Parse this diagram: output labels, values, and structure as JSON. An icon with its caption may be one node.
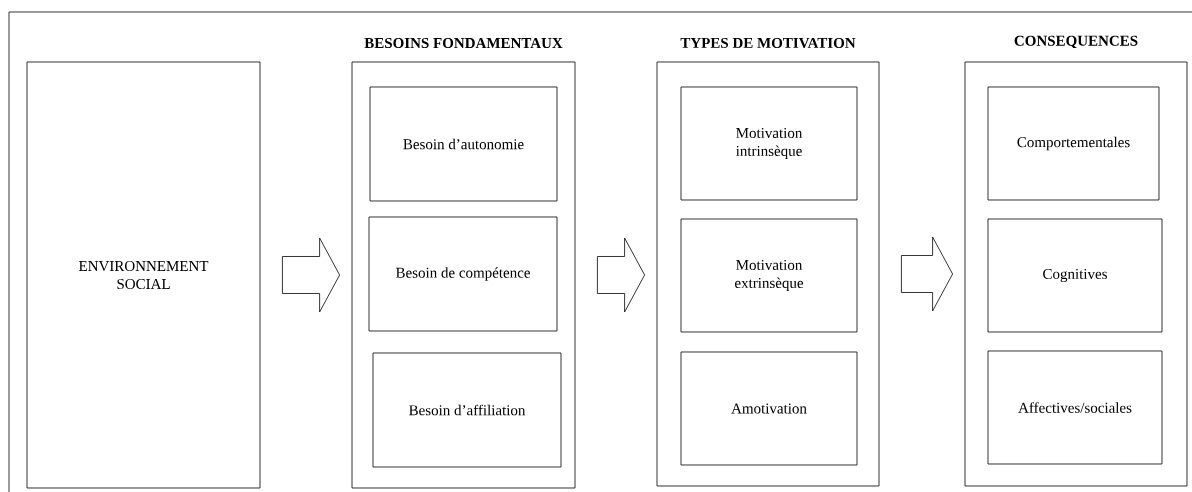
{
  "diagram": {
    "nodes": [
      {
        "text": [
          "ENVIRONNEMENT SOCIAL"
        ]
      },
      {
        "text": [
          "BESOINS FONDAMENTAUX"
        ]
      },
      {
        "text": [
          "Besoin d’autonomie"
        ],
        "in": 1
      },
      {
        "text": [
          "Besoin de compétence"
        ],
        "in": 1
      },
      {
        "text": [
          "Besoin d’affiliation"
        ],
        "in": 1
      },
      {
        "text": [
          "TYPES DE MOTIVATION"
        ]
      },
      {
        "text": [
          "Motivation intrinsèque"
        ],
        "in": 5
      },
      {
        "text": [
          "Motivation extrinsèque"
        ],
        "in": 5
      },
      {
        "text": [
          "Amotivation"
        ],
        "in": 5
      },
      {
        "text": [
          "CONSEQUENCES"
        ]
      },
      {
        "text": [
          "Comportementales"
        ],
        "in": 9
      },
      {
        "text": [
          "Cognitives"
        ],
        "in": 9
      },
      {
        "text": [
          "Affectives/sociales"
        ],
        "in": 9
      }
    ],
    "edges": [
      {
        "from": 0,
        "to": 1,
        "arrow": "to"
      },
      {
        "from": 1,
        "to": 5,
        "arrow": "to"
      },
      {
        "from": 5,
        "to": 9,
        "arrow": "to"
      }
    ]
  }
}
